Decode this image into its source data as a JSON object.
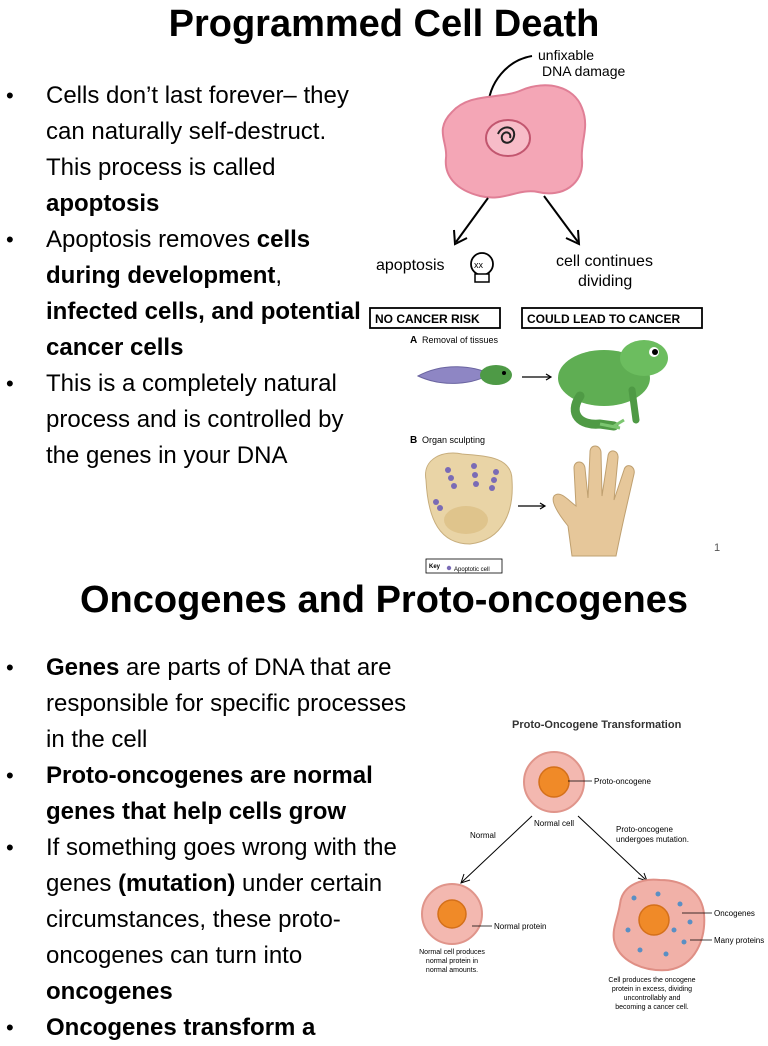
{
  "slide1": {
    "title": "Programmed Cell Death",
    "bullets": [
      {
        "parts": [
          {
            "t": "Cells don’t last forever– they can naturally self-destruct.  This process is called ",
            "b": false
          },
          {
            "t": "apoptosis",
            "b": true
          }
        ]
      },
      {
        "parts": [
          {
            "t": "Apoptosis removes ",
            "b": false
          },
          {
            "t": "cells during development",
            "b": true
          },
          {
            "t": ", ",
            "b": false
          },
          {
            "t": "infected cells, and potential cancer cells",
            "b": true
          }
        ]
      },
      {
        "parts": [
          {
            "t": "This is a completely natural process and is controlled by the genes in your DNA",
            "b": false
          }
        ]
      }
    ],
    "diagram": {
      "damage_label": [
        "unfixable",
        "DNA damage"
      ],
      "left_label": "apoptosis",
      "right_label": [
        "cell continues",
        "dividing"
      ],
      "left_box": "NO CANCER RISK",
      "right_box": "COULD LEAD TO CANCER"
    },
    "figure": {
      "panel_a": "Removal of tissues",
      "panel_a_letter": "A",
      "panel_b": "Organ sculpting",
      "panel_b_letter": "B",
      "key_title": "Key",
      "key_label": "Apoptotic cell"
    },
    "page_number": "1"
  },
  "slide2": {
    "title": "Oncogenes and Proto-oncogenes",
    "bullets": [
      {
        "parts": [
          {
            "t": "Genes",
            "b": true
          },
          {
            "t": " are parts of DNA that are responsible for specific processes in the cell",
            "b": false
          }
        ]
      },
      {
        "parts": [
          {
            "t": "Proto-oncogenes are normal genes that help cells grow",
            "b": true
          }
        ]
      },
      {
        "parts": [
          {
            "t": "If something goes wrong with the genes ",
            "b": false
          },
          {
            "t": "(mutation)",
            "b": true
          },
          {
            "t": " under certain circumstances, these proto-oncogenes can turn into ",
            "b": false
          },
          {
            "t": "oncogenes",
            "b": true
          }
        ]
      },
      {
        "parts": [
          {
            "t": "Oncogenes transform a",
            "b": true
          }
        ]
      }
    ],
    "figure": {
      "title": "Proto-Oncogene Transformation",
      "proto_label": "Proto-oncogene",
      "normal_cell": "Normal cell",
      "normal_path": "Normal",
      "mutation_path": [
        "Proto-oncogene",
        "undergoes mutation."
      ],
      "normal_protein": "Normal protein",
      "normal_caption": [
        "Normal cell produces",
        "normal protein in",
        "normal amounts."
      ],
      "oncogenes": "Oncogenes",
      "many_proteins": "Many proteins",
      "cancer_caption": [
        "Cell produces the oncogene",
        "protein in excess, dividing",
        "uncontrollably and",
        "becoming a cancer cell."
      ]
    }
  }
}
